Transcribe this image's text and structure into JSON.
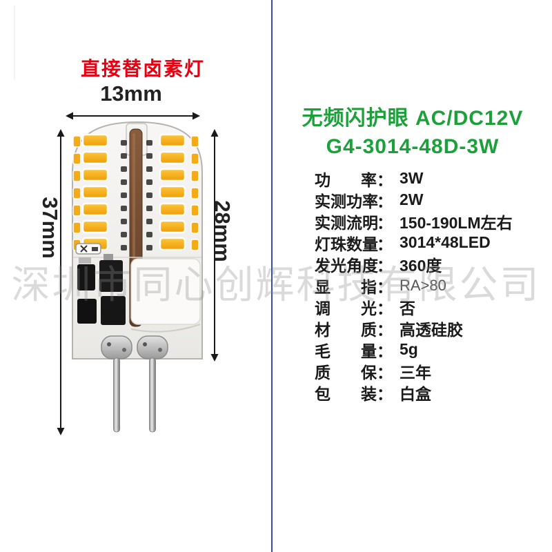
{
  "page": {
    "background": "#ffffff",
    "divider_color": "#3c4da1",
    "watermark": "深圳市同心创辉科技有限公司"
  },
  "product_visual": {
    "headline": "直接替卤素灯",
    "headline_color": "#e60012",
    "width_label": "13mm",
    "height_with_pins_label": "37mm",
    "body_height_label": "28mm",
    "bulb_colors": {
      "led_chip": "#f5ad0e",
      "silicone_body": "#f4f3f1",
      "pcb_strip": "#7a5236",
      "metal_pin": "#b9b9b9"
    }
  },
  "spec_panel": {
    "title_line1": "无频闪护眼 AC/DC12V",
    "title_line2": "G4-3014-48D-3W",
    "title_color": "#1ba03a",
    "colon": "：",
    "rows": [
      {
        "label": "功率",
        "value": "3W"
      },
      {
        "label": "实测功率",
        "value": "2W"
      },
      {
        "label": "实测流明",
        "value": "150-190LM左右"
      },
      {
        "label": "灯珠数量",
        "value": "3014*48LED"
      },
      {
        "label": "发光角度",
        "value": "360度"
      },
      {
        "label": "显指",
        "value": "RA>80"
      },
      {
        "label": "调光",
        "value": "否"
      },
      {
        "label": "材质",
        "value": "高透硅胶"
      },
      {
        "label": "毛量",
        "value": "5g"
      },
      {
        "label": "质保",
        "value": "三年"
      },
      {
        "label": "包装",
        "value": "白盒"
      }
    ]
  }
}
